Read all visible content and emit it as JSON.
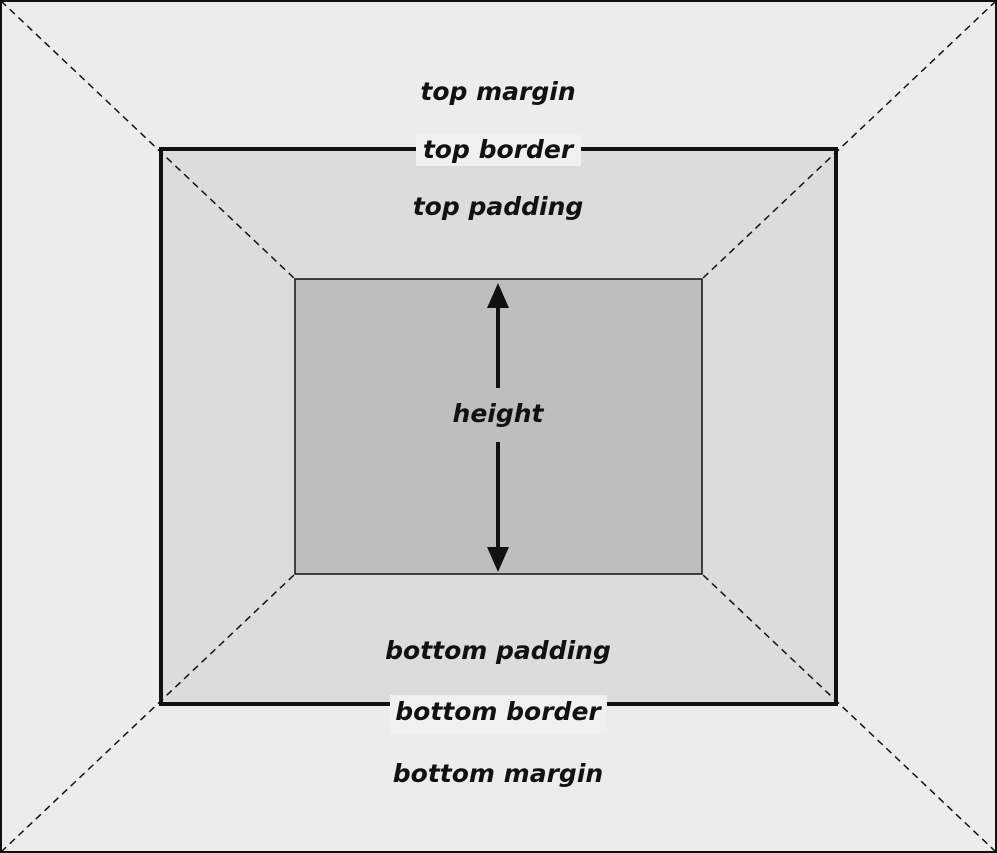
{
  "diagram": {
    "labels": {
      "top_margin": "top margin",
      "top_border": "top border",
      "top_padding": "top padding",
      "height": "height",
      "bottom_padding": "bottom padding",
      "bottom_border": "bottom border",
      "bottom_margin": "bottom margin"
    },
    "colors": {
      "margin_fill": "#ececec",
      "padding_fill": "#dcdcdc",
      "content_fill": "#bebebe",
      "stroke": "#111111"
    }
  }
}
